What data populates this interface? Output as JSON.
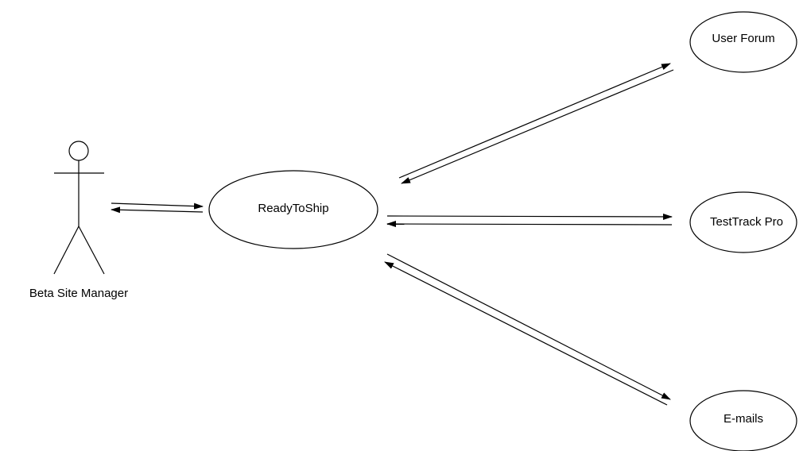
{
  "actor": {
    "label": "Beta Site Manager"
  },
  "use_case": {
    "label": "ReadyToShip"
  },
  "systems": {
    "user_forum": {
      "label": "User Forum"
    },
    "testtrack_pro": {
      "label": "TestTrack Pro"
    },
    "emails": {
      "label": "E-mails"
    }
  },
  "colors": {
    "stroke": "#000000",
    "background": "#ffffff"
  }
}
